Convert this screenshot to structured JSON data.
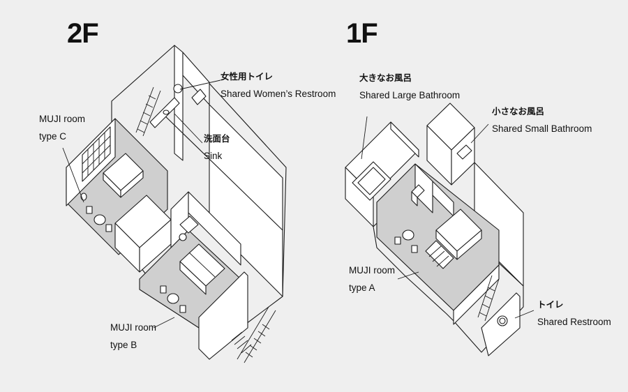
{
  "floors": {
    "second": "2F",
    "first": "1F"
  },
  "labels": {
    "womens_restroom": {
      "ja": "女性用トイレ",
      "en": "Shared Women’s Restroom"
    },
    "sink": {
      "ja": "洗面台",
      "en": "Sink"
    },
    "room_c": {
      "line1": "MUJI room",
      "line2": "type C"
    },
    "room_b": {
      "line1": "MUJI room",
      "line2": "type B"
    },
    "large_bath": {
      "ja": "大きなお風呂",
      "en": "Shared Large Bathroom"
    },
    "small_bath": {
      "ja": "小さなお風呂",
      "en": "Shared Small Bathroom"
    },
    "room_a": {
      "line1": "MUJI room",
      "line2": "type A"
    },
    "restroom": {
      "ja": "トイレ",
      "en": "Shared Restroom"
    }
  },
  "colors": {
    "background": "#efefef",
    "line": "#1a1a1a",
    "wall_face": "#ffffff",
    "room_floor": "#cfcfcf",
    "corridor_floor": "#efefef"
  }
}
